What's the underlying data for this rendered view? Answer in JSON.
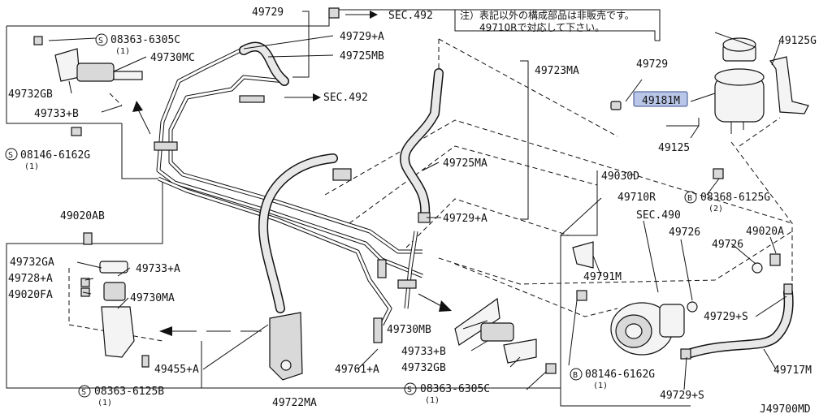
{
  "labels": {
    "p49729_top": "49729",
    "sec492_top": "SEC.492",
    "p49729A_top": "49729+A",
    "p49725MB": "49725MB",
    "p49723MA": "49723MA",
    "b08363_6305C_tl": "08363-6305C",
    "b08363_6305C_tl_q": "(1)",
    "p49730MC": "49730MC",
    "p49732GB_tl": "49732GB",
    "p49733B_tl": "49733+B",
    "sec492_mid": "SEC.492",
    "b08146_6162G_tl": "08146-6162G",
    "b08146_6162G_tl_q": "(1)",
    "p49725MA": "49725MA",
    "p49729A_mid": "49729+A",
    "p49030D": "49030D",
    "p49710R": "49710R",
    "b08368_6125G": "08368-6125G",
    "b08368_6125G_q": "(2)",
    "sec490": "SEC.490",
    "p49726_a": "49726",
    "p49726_b": "49726",
    "p49020A": "49020A",
    "p49020AB": "49020AB",
    "p49732GA": "49732GA",
    "p49733A": "49733+A",
    "p49728A": "49728+A",
    "p49020FA": "49020FA",
    "p49730MA": "49730MA",
    "b08363_6125B": "08363-6125B",
    "b08363_6125B_q": "(1)",
    "p49455A": "49455+A",
    "p49722MA": "49722MA",
    "p49761A": "49761+A",
    "p49730MB": "49730MB",
    "p49733B_br": "49733+B",
    "p49732GB_br": "49732GB",
    "b08363_6305C_br": "08363-6305C",
    "b08363_6305C_br_q": "(1)",
    "p49791M": "49791M",
    "b08146_6162G_br": "08146-6162G",
    "b08146_6162G_br_q": "(1)",
    "p49729S_a": "49729+S",
    "p49729S_b": "49729+S",
    "p49717M": "49717M",
    "p49729_right": "49729",
    "p49181M": "49181M",
    "p49125": "49125",
    "p49125G": "49125G",
    "ref": "J49700MD",
    "bolt_S": "S",
    "bolt_B": "B",
    "note_line1": "注）表記以外の構成部品は非販売です。",
    "note_line2": "49710Rで対応して下さい。"
  },
  "highlight_color": "#b9c6e8"
}
